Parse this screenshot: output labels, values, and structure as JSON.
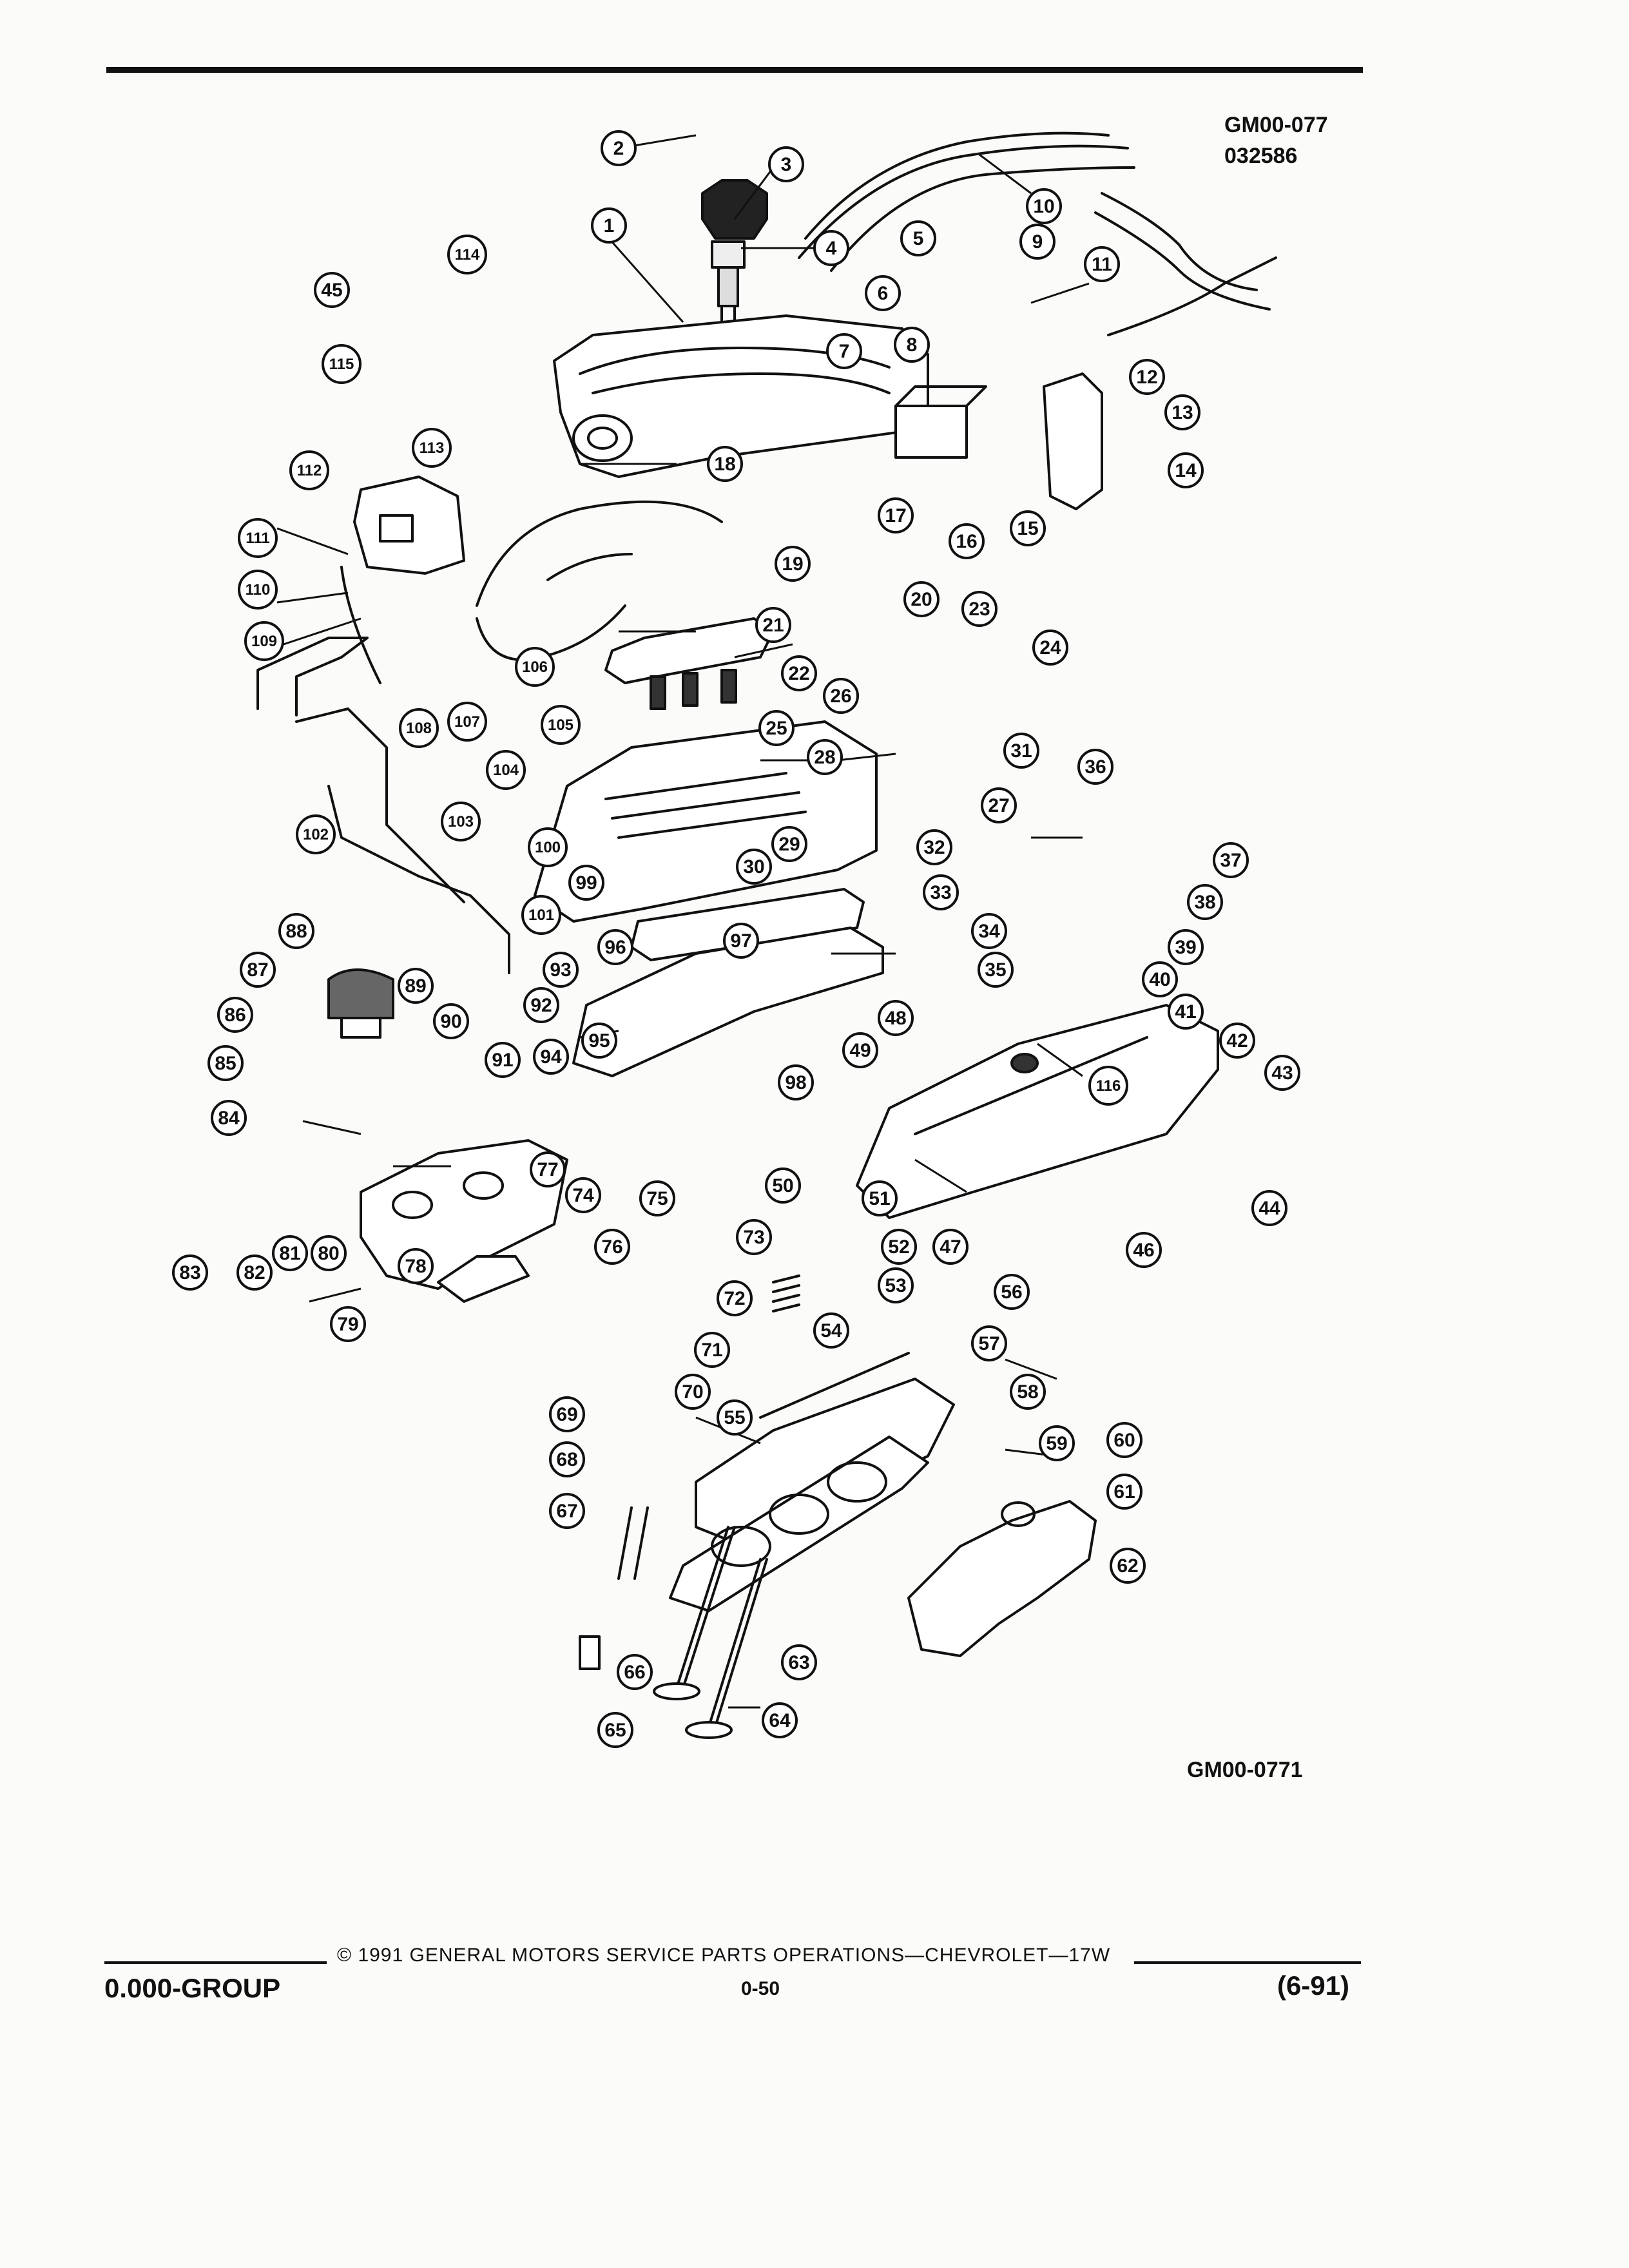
{
  "header": {
    "code_line1": "GM00-077",
    "code_line2": "032586"
  },
  "diagram": {
    "code": "GM00-0771",
    "callouts": [
      "1",
      "2",
      "3",
      "4",
      "5",
      "6",
      "7",
      "8",
      "9",
      "10",
      "11",
      "12",
      "13",
      "14",
      "15",
      "16",
      "17",
      "18",
      "19",
      "20",
      "21",
      "22",
      "23",
      "24",
      "25",
      "26",
      "27",
      "28",
      "29",
      "30",
      "31",
      "32",
      "33",
      "34",
      "35",
      "36",
      "37",
      "38",
      "39",
      "40",
      "41",
      "42",
      "43",
      "44",
      "45",
      "46",
      "47",
      "48",
      "49",
      "50",
      "51",
      "52",
      "53",
      "54",
      "55",
      "56",
      "57",
      "58",
      "59",
      "60",
      "61",
      "62",
      "63",
      "64",
      "65",
      "66",
      "67",
      "68",
      "69",
      "70",
      "71",
      "72",
      "73",
      "74",
      "75",
      "76",
      "77",
      "78",
      "79",
      "80",
      "81",
      "82",
      "83",
      "84",
      "85",
      "86",
      "87",
      "88",
      "89",
      "90",
      "91",
      "92",
      "93",
      "94",
      "95",
      "96",
      "97",
      "98",
      "99",
      "100",
      "101",
      "102",
      "103",
      "104",
      "105",
      "106",
      "107",
      "108",
      "109",
      "110",
      "111",
      "112",
      "113",
      "114",
      "115",
      "116"
    ]
  },
  "footer": {
    "copyright": "© 1991 GENERAL MOTORS SERVICE PARTS OPERATIONS—CHEVROLET—17W",
    "group": "0.000-GROUP",
    "page": "0-50",
    "revision": "(6-91)"
  }
}
